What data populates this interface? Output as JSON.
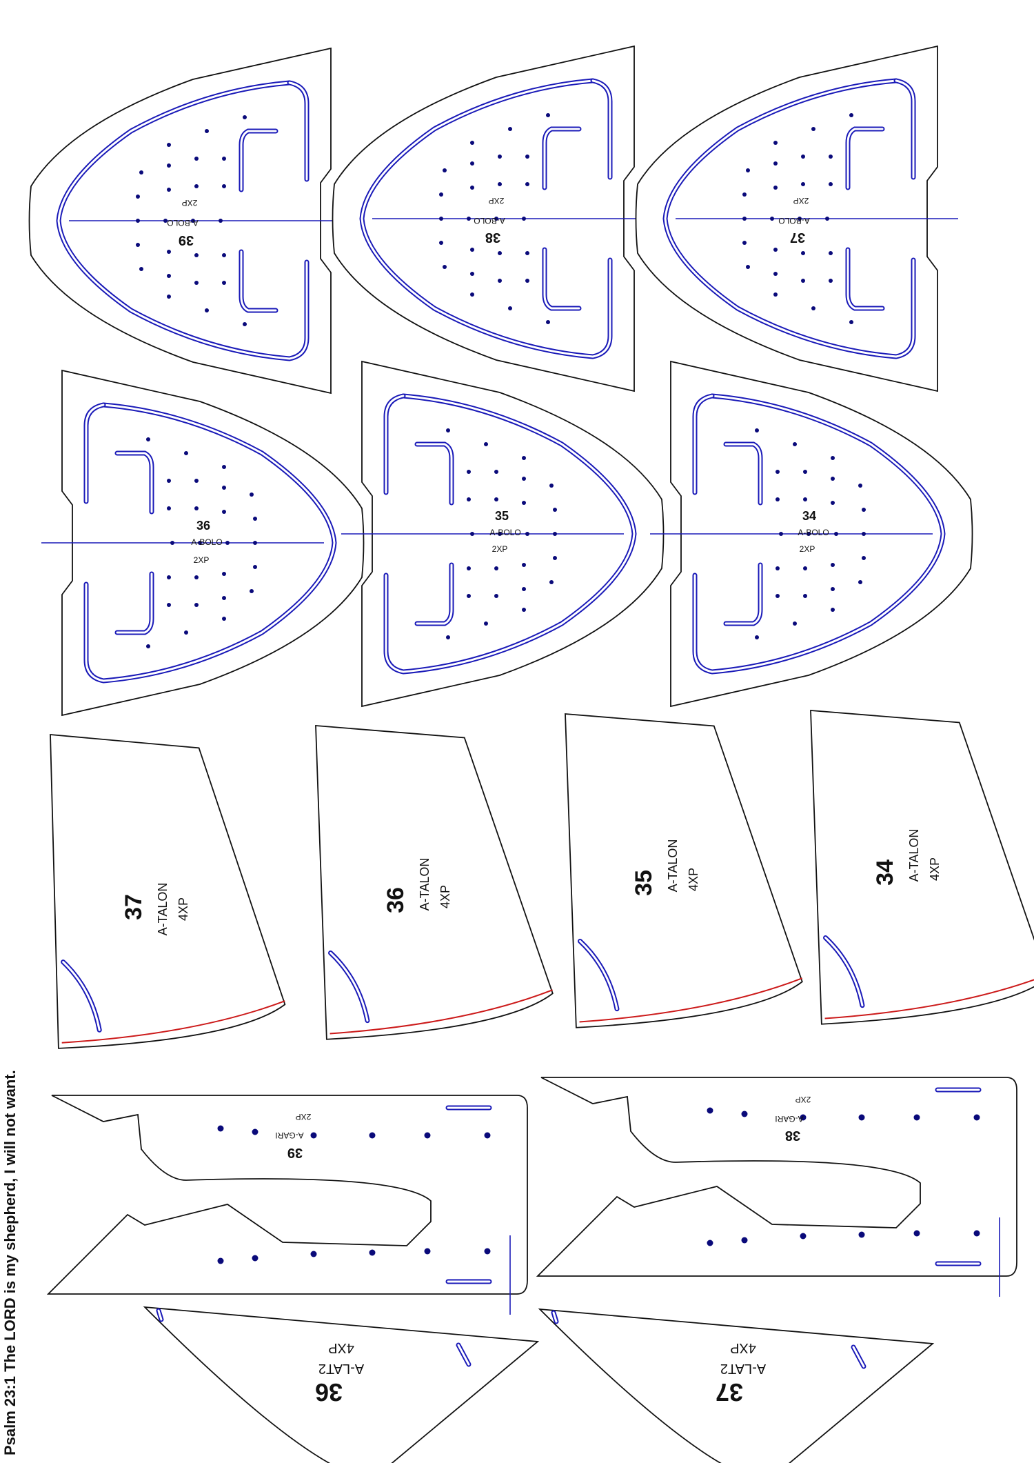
{
  "verse": "Psalm 23:1 The LORD is my shepherd, I will not want.",
  "colors": {
    "outline": "#111111",
    "stitch": "#1a1ab8",
    "dots": "#0a0a7a",
    "seam": "#cc1a1a"
  },
  "bolo_top": [
    {
      "size": "39",
      "name": "A-BOLO",
      "qty": "2XP"
    },
    {
      "size": "38",
      "name": "A-BOLO",
      "qty": "2XP"
    },
    {
      "size": "37",
      "name": "A-BOLO",
      "qty": "2XP"
    }
  ],
  "bolo_mid": [
    {
      "size": "36",
      "name": "A-BOLO",
      "qty": "2XP"
    },
    {
      "size": "35",
      "name": "A-BOLO",
      "qty": "2XP"
    },
    {
      "size": "34",
      "name": "A-BOLO",
      "qty": "2XP"
    }
  ],
  "talon": [
    {
      "size": "37",
      "name": "A-TALON",
      "qty": "4XP"
    },
    {
      "size": "36",
      "name": "A-TALON",
      "qty": "4XP"
    },
    {
      "size": "35",
      "name": "A-TALON",
      "qty": "4XP"
    },
    {
      "size": "34",
      "name": "A-TALON",
      "qty": "4XP"
    }
  ],
  "gari": [
    {
      "size": "39",
      "name": "A-GARI",
      "qty": "2XP"
    },
    {
      "size": "38",
      "name": "A-GARI",
      "qty": "2XP"
    }
  ],
  "lat2": [
    {
      "size": "36",
      "name": "A-LAT2",
      "qty": "4XP"
    },
    {
      "size": "37",
      "name": "A-LAT2",
      "qty": "4XP"
    }
  ]
}
